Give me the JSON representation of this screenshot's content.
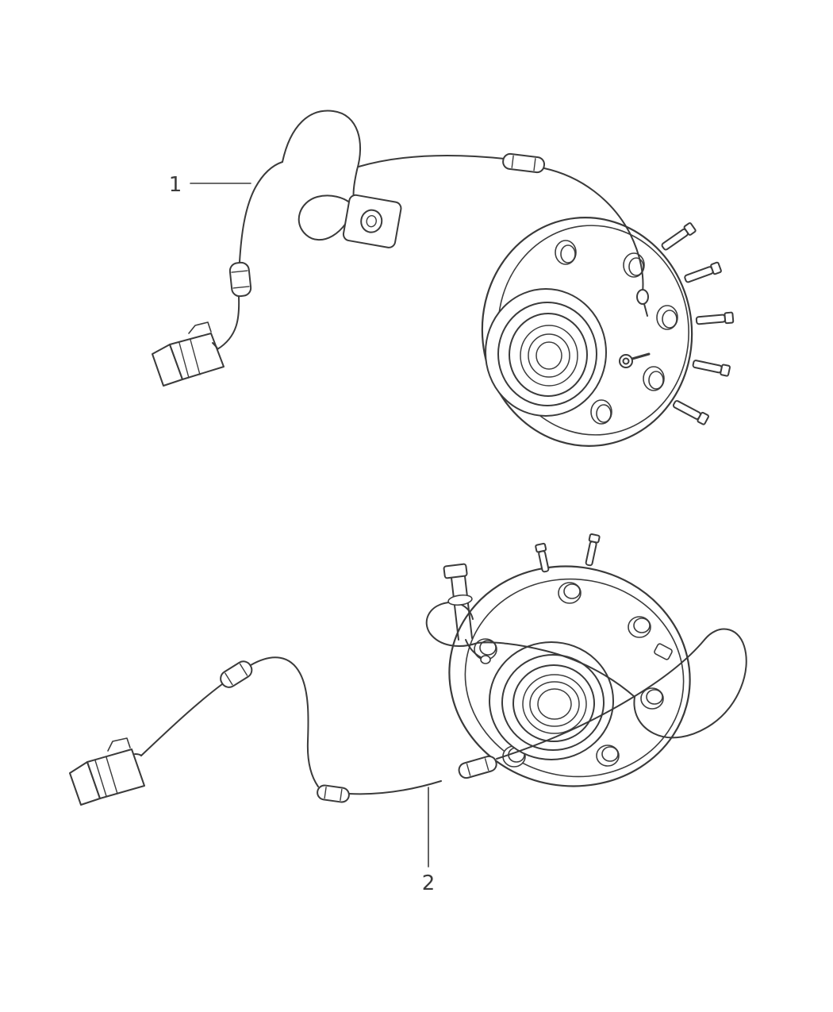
{
  "figure": {
    "type": "parts-diagram",
    "callouts": [
      {
        "label": "1"
      },
      {
        "label": "2"
      }
    ]
  },
  "colors": {
    "line": "#3a3a3a",
    "background": "#ffffff"
  }
}
